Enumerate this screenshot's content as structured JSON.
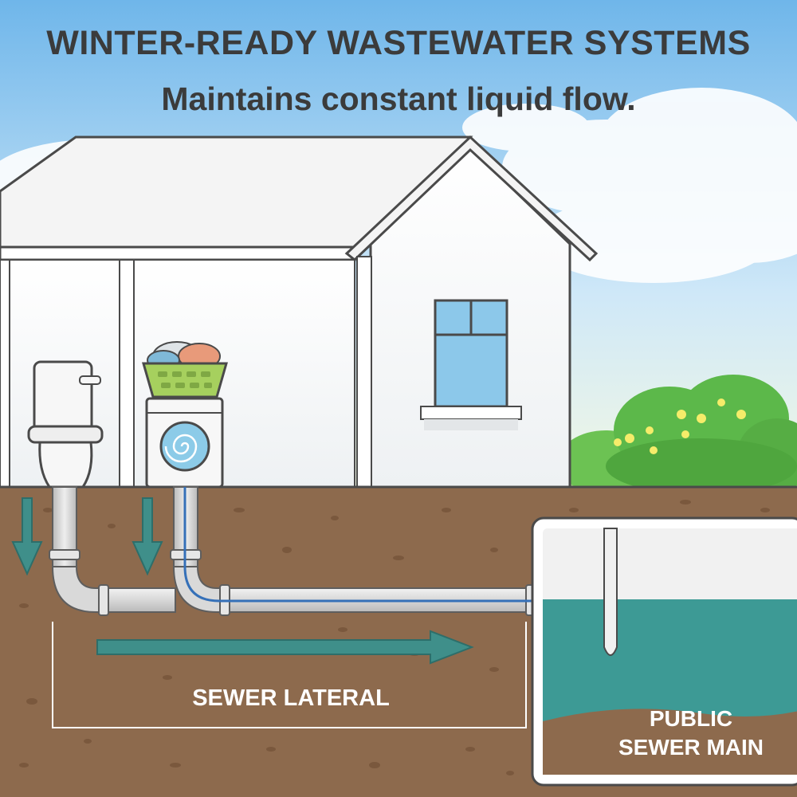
{
  "header": {
    "title": "WINTER-READY WASTEWATER SYSTEMS",
    "subtitle": "Maintains constant liquid flow."
  },
  "labels": {
    "sewer_lateral": "SEWER LATERAL",
    "public_sewer_main_line1": "PUBLIC",
    "public_sewer_main_line2": "SEWER MAIN"
  },
  "colors": {
    "sky_top": "#6fb6ea",
    "sky_bottom": "#e3f2fb",
    "soil": "#8d6a4d",
    "soil_speckle": "#7a583d",
    "house_wall": "#ffffff",
    "house_outline": "#4a4a4a",
    "pipe": "#dcdcdc",
    "water": "#3d9a95",
    "flow_arrow": "#3f8f8a",
    "blue_line": "#3570b8",
    "bush": "#5cb84a"
  },
  "icons": [
    "toilet-icon",
    "washing-machine-icon",
    "laundry-basket-icon",
    "down-arrow-icon",
    "right-arrow-icon",
    "bush-icon",
    "window-icon"
  ]
}
